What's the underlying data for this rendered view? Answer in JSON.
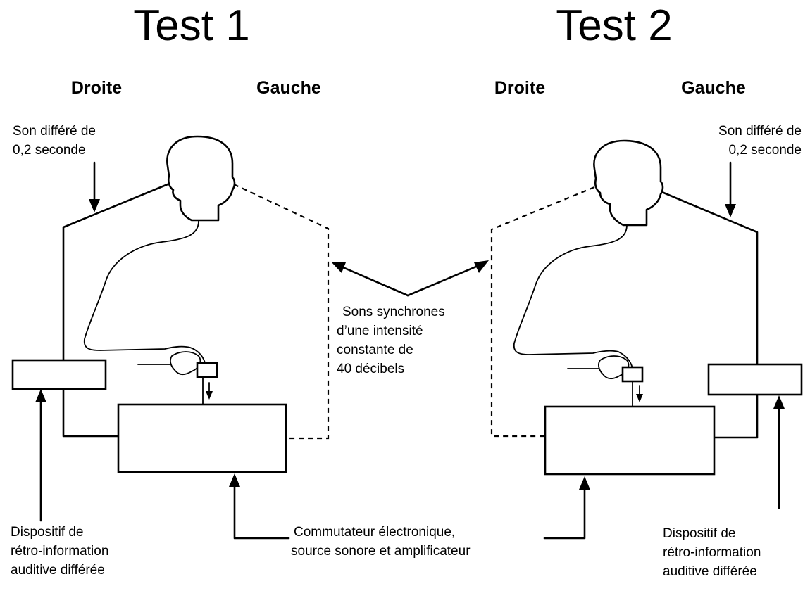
{
  "tests": [
    {
      "title": "Test 1",
      "col_left": "Droite",
      "col_right": "Gauche",
      "delayed_sound": [
        "Son différé de",
        "0,2 seconde"
      ],
      "device_label": [
        "Dispositif de",
        "rétro-information",
        "auditive différée"
      ]
    },
    {
      "title": "Test 2",
      "col_left": "Droite",
      "col_right": "Gauche",
      "delayed_sound": [
        "Son différé de",
        "0,2 seconde"
      ],
      "device_label": [
        "Dispositif de",
        "rétro-information",
        "auditive différée"
      ]
    }
  ],
  "synchronous_sounds": [
    "Sons synchrones",
    "d’une intensité",
    "constante de",
    "40 décibels"
  ],
  "switch_label": [
    "Commutateur électronique,",
    "source sonore et amplificateur"
  ]
}
